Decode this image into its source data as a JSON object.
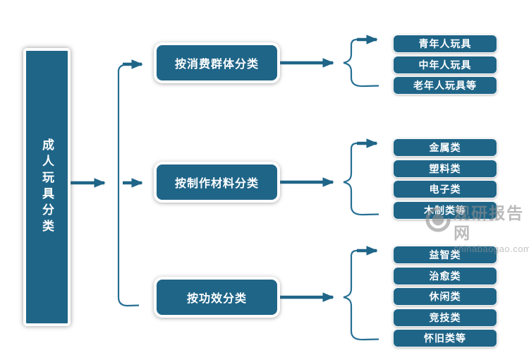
{
  "diagram": {
    "root": {
      "label": "成人玩具分类"
    },
    "branches": [
      {
        "label": "按消费群体分类",
        "children": [
          "青年人玩具",
          "中年人玩具",
          "老年人玩具等"
        ]
      },
      {
        "label": "按制作材料分类",
        "children": [
          "金属类",
          "塑料类",
          "电子类",
          "木制类等"
        ]
      },
      {
        "label": "按功效分类",
        "children": [
          "益智类",
          "治愈类",
          "休闲类",
          "竞技类",
          "怀旧类等"
        ]
      }
    ]
  },
  "watermark": {
    "site_name": "观研报告网",
    "domain": "chinabaogao.com",
    "logo": "swirl-logo-icon"
  },
  "colors": {
    "node_fill": "#1f6588",
    "node_text": "#ffffff",
    "connector_thick": "#1f6588",
    "connector_thin": "#256f93",
    "watermark_gray": "#8f8f8f"
  }
}
